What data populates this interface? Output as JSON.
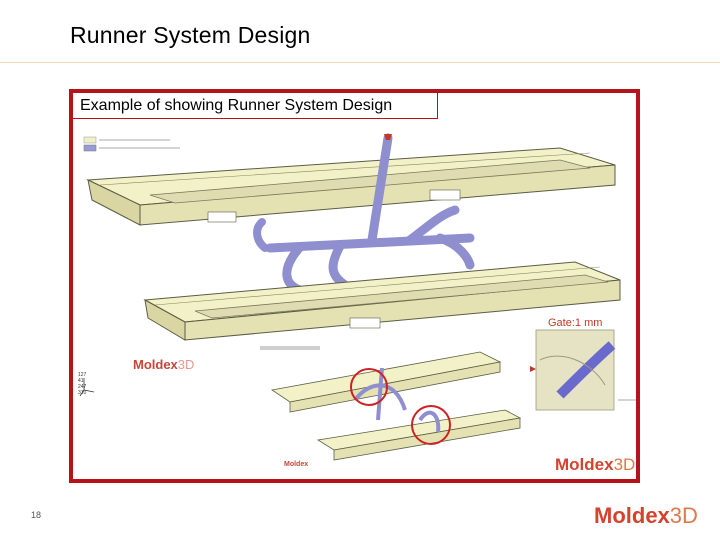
{
  "slide": {
    "title": "Runner System Design",
    "page_number": "18"
  },
  "figure": {
    "caption": "Example of showing Runner System Design",
    "gate_label": "Gate:1 mm",
    "inset_logo_bold": "Moldex",
    "inset_logo_thin": "3D",
    "inset_logo_small": "Moldex",
    "frame_logo_bold": "Moldex",
    "frame_logo_thin": "3D",
    "axis_values": [
      "127",
      "41",
      "247",
      "310"
    ]
  },
  "branding": {
    "logo_bold": "Moldex",
    "logo_thin": "3D"
  },
  "colors": {
    "accent": "#b5121b",
    "part": "#f1efc4",
    "runner": "#8f8fd0",
    "logo": "#d4432e"
  }
}
